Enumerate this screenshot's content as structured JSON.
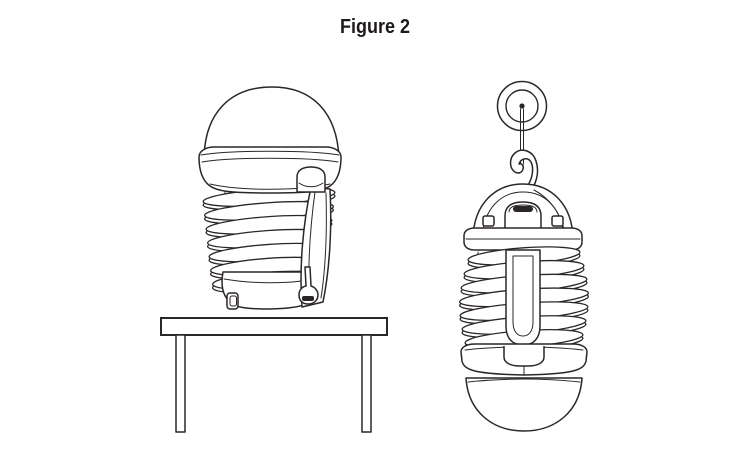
{
  "figure": {
    "title": "Figure 2",
    "line_color": "#2b2627",
    "background_color": "#ffffff"
  },
  "illustrations": {
    "left": {
      "name": "bug-zapper-lantern-standing-on-table",
      "cage_rings": 7,
      "parts": [
        "dome-lamp-top",
        "collar-band",
        "charge-port-notch",
        "zapper-cage",
        "uv-tube",
        "carry-handle",
        "stored-hook",
        "base",
        "table"
      ]
    },
    "right": {
      "name": "bug-zapper-lantern-hanging-upside-down",
      "cage_rings": 7,
      "parts": [
        "wall-mount-knob",
        "hanging-string",
        "hook",
        "base-cap",
        "handle-knob",
        "side-latches",
        "zapper-cage",
        "handle-column",
        "collar-band",
        "dome-lamp-bottom"
      ]
    }
  }
}
